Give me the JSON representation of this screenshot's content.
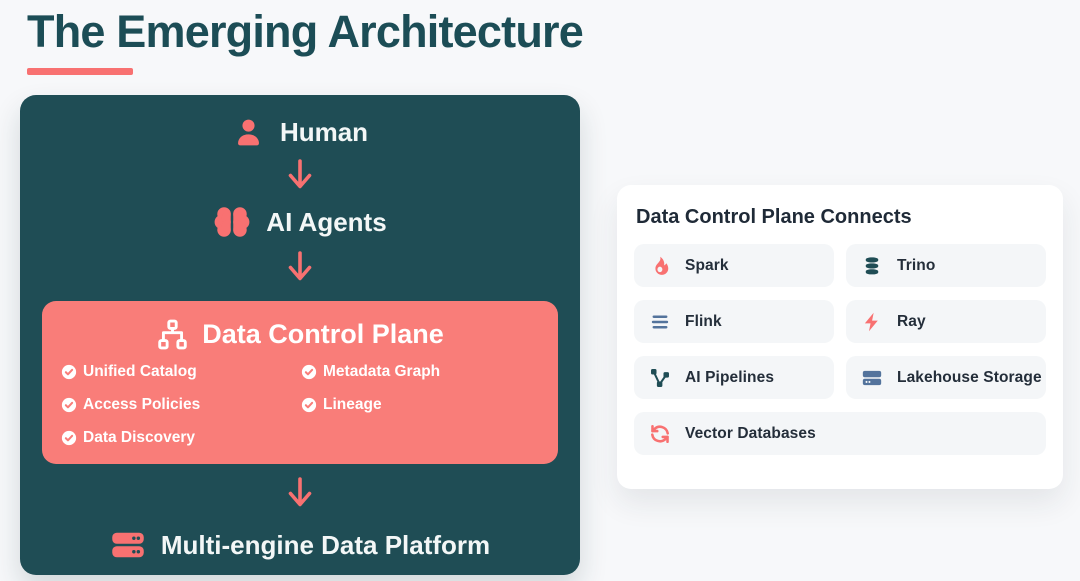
{
  "page": {
    "title": "The Emerging Architecture"
  },
  "colors": {
    "background": "#f7f8fa",
    "teal_dark": "#1f4d55",
    "coral_accent": "#f87171",
    "coral_box": "#f97d79",
    "slate_blue": "#53739c",
    "card_item_bg": "#f4f6f8",
    "text_dark": "#1f2a37"
  },
  "flow": {
    "nodes": [
      {
        "label": "Human",
        "icon": "person-icon"
      },
      {
        "label": "AI Agents",
        "icon": "brain-icon"
      },
      {
        "label": "Data Control Plane",
        "icon": "sitemap-icon"
      },
      {
        "label": "Multi-engine Data Platform",
        "icon": "server-stack-icon"
      }
    ],
    "control_plane_features": [
      "Unified Catalog",
      "Access Policies",
      "Data Discovery",
      "Metadata Graph",
      "Lineage"
    ]
  },
  "connects_card": {
    "title": "Data Control Plane Connects",
    "items": [
      {
        "label": "Spark",
        "icon": "flame-icon",
        "color": "#f87171"
      },
      {
        "label": "Trino",
        "icon": "database-icon",
        "color": "#1f4d55"
      },
      {
        "label": "Flink",
        "icon": "lines-icon",
        "color": "#53739c"
      },
      {
        "label": "Ray",
        "icon": "bolt-icon",
        "color": "#f87171"
      },
      {
        "label": "AI Pipelines",
        "icon": "pipeline-icon",
        "color": "#1f4d55"
      },
      {
        "label": "Lakehouse Storage",
        "icon": "hard-drive-icon",
        "color": "#53739c"
      },
      {
        "label": "Vector Databases",
        "icon": "refresh-icon",
        "color": "#f87171"
      }
    ]
  }
}
